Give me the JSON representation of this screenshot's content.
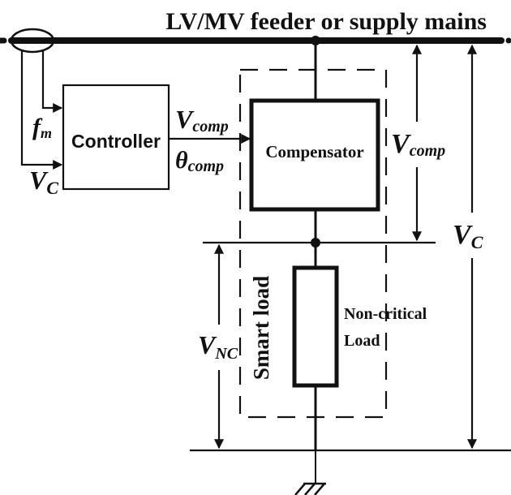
{
  "diagram": {
    "title": "LV/MV feeder or supply mains",
    "blocks": {
      "controller": "Controller",
      "compensator": "Compensator",
      "noncritical_load_line1": "Non-critical",
      "noncritical_load_line2": "Load",
      "smart_load": "Smart load"
    },
    "signals": {
      "fm": {
        "main": "f",
        "sub": "m"
      },
      "vc_input": {
        "main": "V",
        "sub": "C"
      },
      "vcomp_out": {
        "main": "V",
        "sub": "comp"
      },
      "theta_comp": {
        "main": "θ",
        "sub": "comp"
      },
      "vcomp_drop": {
        "main": "V",
        "sub": "comp"
      },
      "vc_total": {
        "main": "V",
        "sub": "C"
      },
      "vnc": {
        "main": "V",
        "sub": "NC"
      }
    },
    "colors": {
      "line": "#111111",
      "background": "#ffffff"
    }
  }
}
